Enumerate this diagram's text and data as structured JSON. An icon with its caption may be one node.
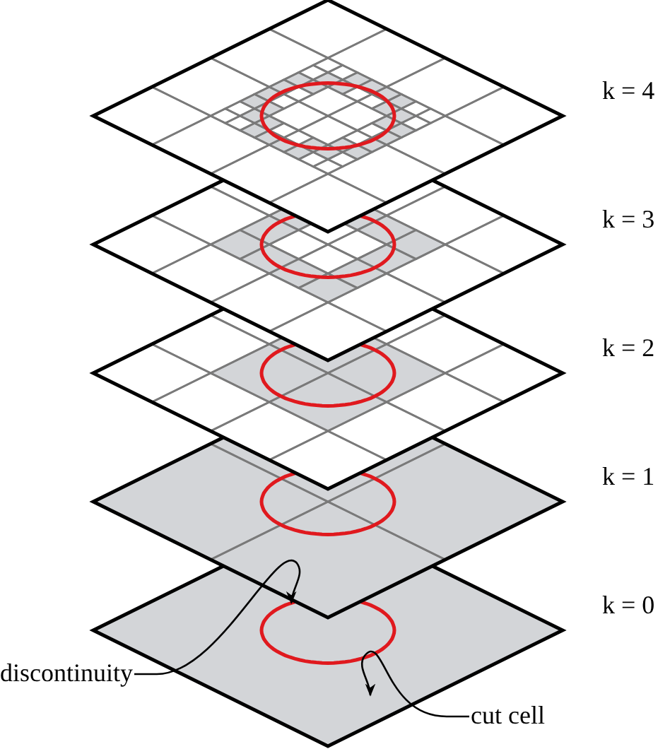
{
  "diagram": {
    "nodes": [
      {
        "text": [
          "discontinuity"
        ]
      },
      {
        "text": [
          "cut cell"
        ]
      },
      {
        "text": [],
        "shape": "circle"
      }
    ],
    "edges": [
      {
        "from": 0,
        "to": 2,
        "arrow": "to"
      },
      {
        "from": 1,
        "to": null,
        "arrow": "to"
      }
    ],
    "labels": [
      "k = 4",
      "k = 3",
      "k = 2",
      "k = 1",
      "k = 0"
    ]
  }
}
